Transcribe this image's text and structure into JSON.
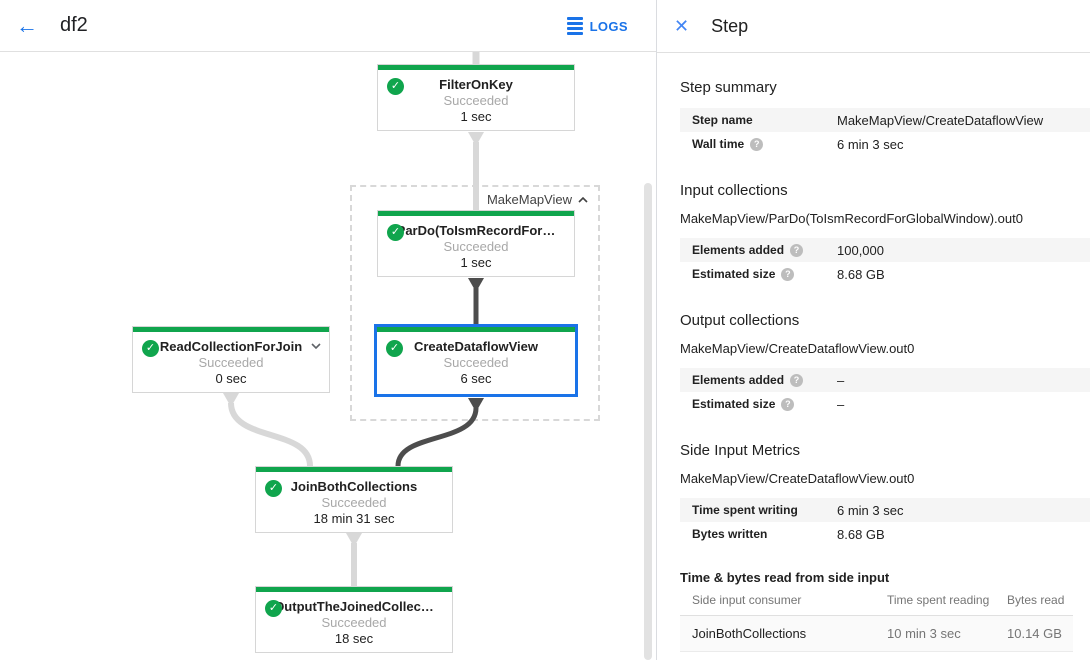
{
  "topbar": {
    "title": "df2",
    "logs_label": "LOGS",
    "back_icon": "arrow-left",
    "logs_icon": "list-lines"
  },
  "graph": {
    "group_label": "MakeMapView",
    "nodes": [
      {
        "title": "FilterOnKey",
        "status": "Succeeded",
        "time": "1 sec"
      },
      {
        "title": "ParDo(ToIsmRecordFor…",
        "status": "Succeeded",
        "time": "1 sec"
      },
      {
        "title": "ReadCollectionForJoin",
        "status": "Succeeded",
        "time": "0 sec"
      },
      {
        "title": "CreateDataflowView",
        "status": "Succeeded",
        "time": "6 sec"
      },
      {
        "title": "JoinBothCollections",
        "status": "Succeeded",
        "time": "18 min 31 sec"
      },
      {
        "title": "OutputTheJoinedCollec…",
        "status": "Succeeded",
        "time": "18 sec"
      }
    ],
    "status_icon": "check-circle",
    "collapse_icon": "chevron-up",
    "expand_icon": "chevron-down"
  },
  "panel": {
    "title": "Step",
    "close_icon": "x",
    "step_summary": {
      "heading": "Step summary",
      "rows": [
        {
          "label": "Step name",
          "value": "MakeMapView/CreateDataflowView"
        },
        {
          "label": "Wall time",
          "value": "6 min 3 sec"
        }
      ]
    },
    "input_collections": {
      "heading": "Input collections",
      "subtitle": "MakeMapView/ParDo(ToIsmRecordForGlobalWindow).out0",
      "rows": [
        {
          "label": "Elements added",
          "value": "100,000"
        },
        {
          "label": "Estimated size",
          "value": "8.68 GB"
        }
      ]
    },
    "output_collections": {
      "heading": "Output collections",
      "subtitle": "MakeMapView/CreateDataflowView.out0",
      "rows": [
        {
          "label": "Elements added",
          "value": "–"
        },
        {
          "label": "Estimated size",
          "value": "–"
        }
      ]
    },
    "side_input_metrics": {
      "heading": "Side Input Metrics",
      "subtitle": "MakeMapView/CreateDataflowView.out0",
      "rows": [
        {
          "label": "Time spent writing",
          "value": "6 min 3 sec"
        },
        {
          "label": "Bytes written",
          "value": "8.68 GB"
        }
      ]
    },
    "side_input_table": {
      "heading": "Time & bytes read from side input",
      "columns": [
        "Side input consumer",
        "Time spent reading",
        "Bytes read"
      ],
      "rows": [
        [
          "JoinBothCollections",
          "10 min 3 sec",
          "10.14 GB"
        ]
      ]
    },
    "help_icon": "question-circle"
  },
  "colors": {
    "accent_blue": "#1a73e8",
    "success_green": "#10a54d",
    "selected_border": "#1a73e8",
    "edge_light": "#d8d8d8",
    "edge_dark": "#4d4d4d",
    "row_alt_bg": "#f5f5f5"
  }
}
